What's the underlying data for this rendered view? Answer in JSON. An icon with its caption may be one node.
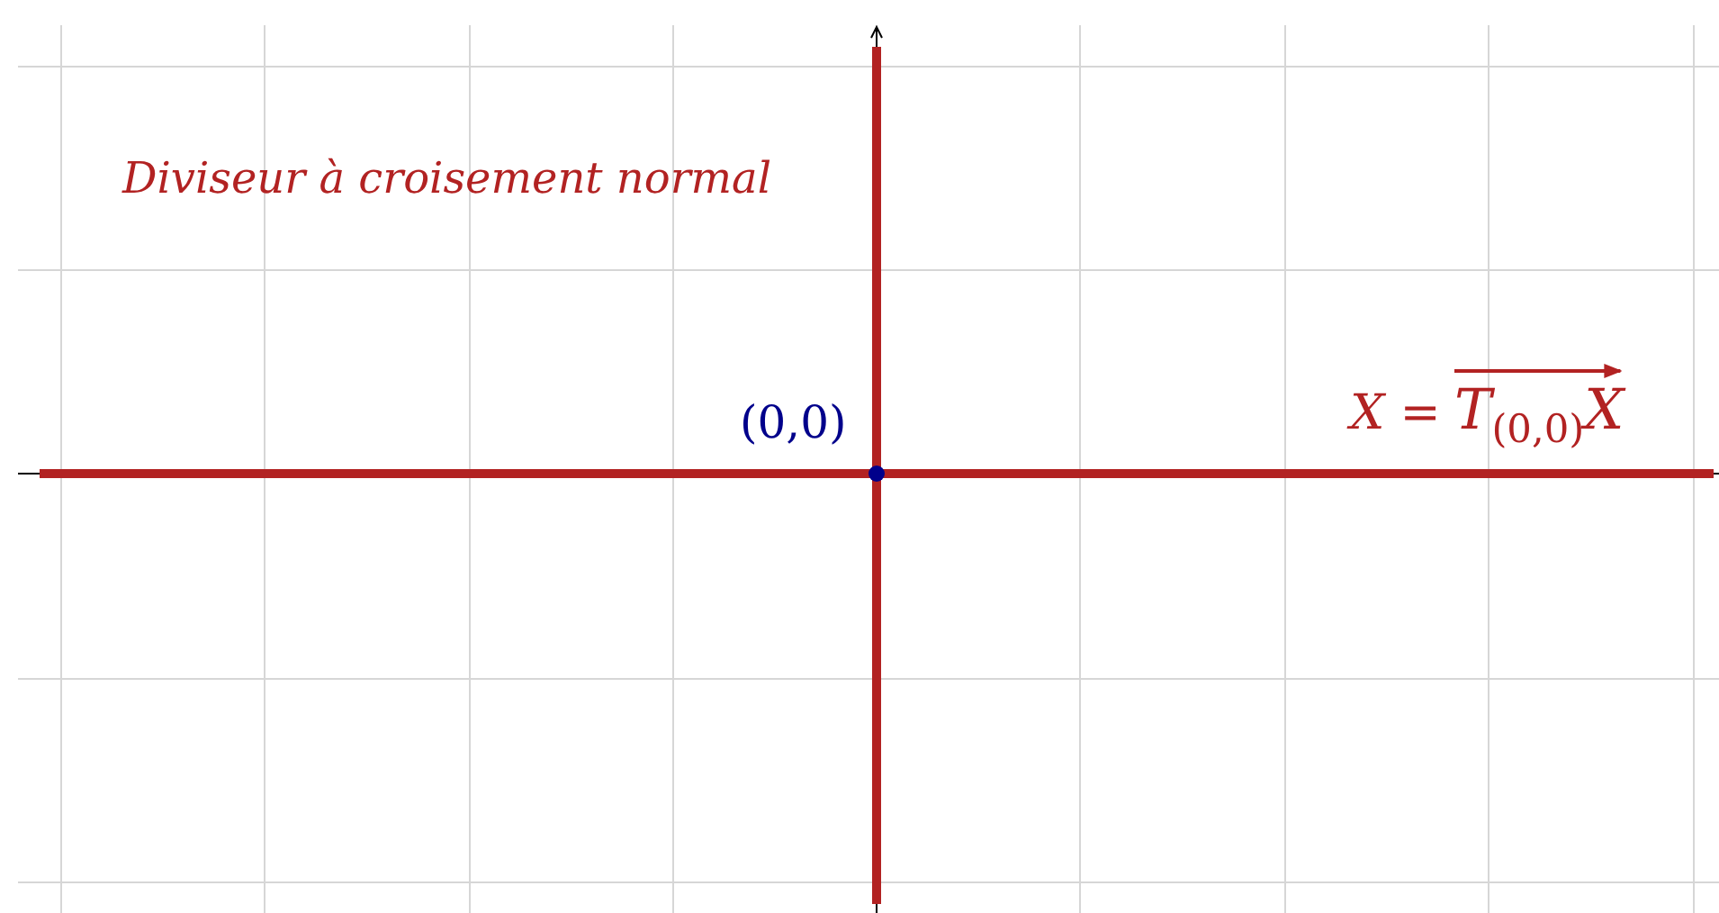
{
  "diagram": {
    "labels": [
      "Diviseur à croisement normal",
      "(0,0)",
      "X =",
      "T$_{(0,0)}$X"
    ]
  }
}
